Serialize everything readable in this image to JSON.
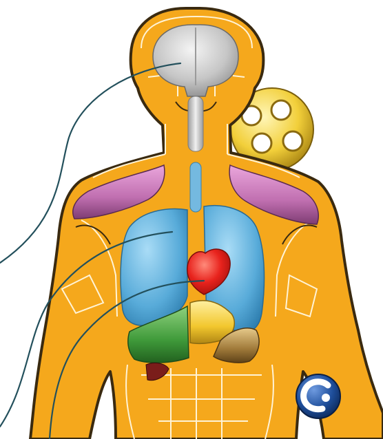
{
  "colors": {
    "background": "#ffffff",
    "body_orange": "#f5a81c",
    "body_outline": "#3a2a10",
    "body_lines": "#fff3d6",
    "brain": "#c9c9c9",
    "lungs": "#5fb2e0",
    "heart": "#e8231d",
    "liver_green": "#3f9a3a",
    "stomach_yellow": "#f2c72e",
    "intestine_brown": "#a07a3a",
    "shoulder_muscle": "#c06fb0",
    "callout_line": "#23505c",
    "badge_gold": "#f2cf3a",
    "badge_blue": "#1f4f9c"
  },
  "figure": {
    "organs": [
      "brain",
      "spine",
      "trachea",
      "lungs",
      "heart",
      "liver",
      "stomach",
      "intestines",
      "shoulder-muscles"
    ],
    "callouts": [
      "brain",
      "lungs",
      "heart"
    ]
  },
  "badges": {
    "gold_badge_icon": "gold-cell-badge-icon",
    "blue_badge_icon": "blue-c-badge-icon"
  }
}
